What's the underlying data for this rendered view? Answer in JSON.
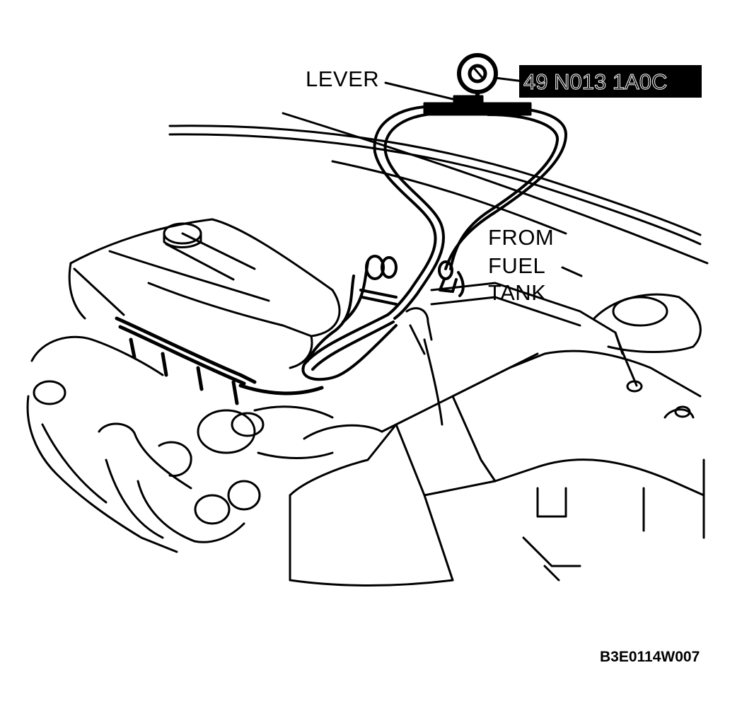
{
  "labels": {
    "lever": "LEVER",
    "tool_number": "49 N013 1A0C",
    "from": "FROM",
    "fuel": "FUEL",
    "tank": "TANK",
    "figure_id": "B3E0114W007"
  },
  "colors": {
    "line": "#000000",
    "background": "#ffffff"
  }
}
